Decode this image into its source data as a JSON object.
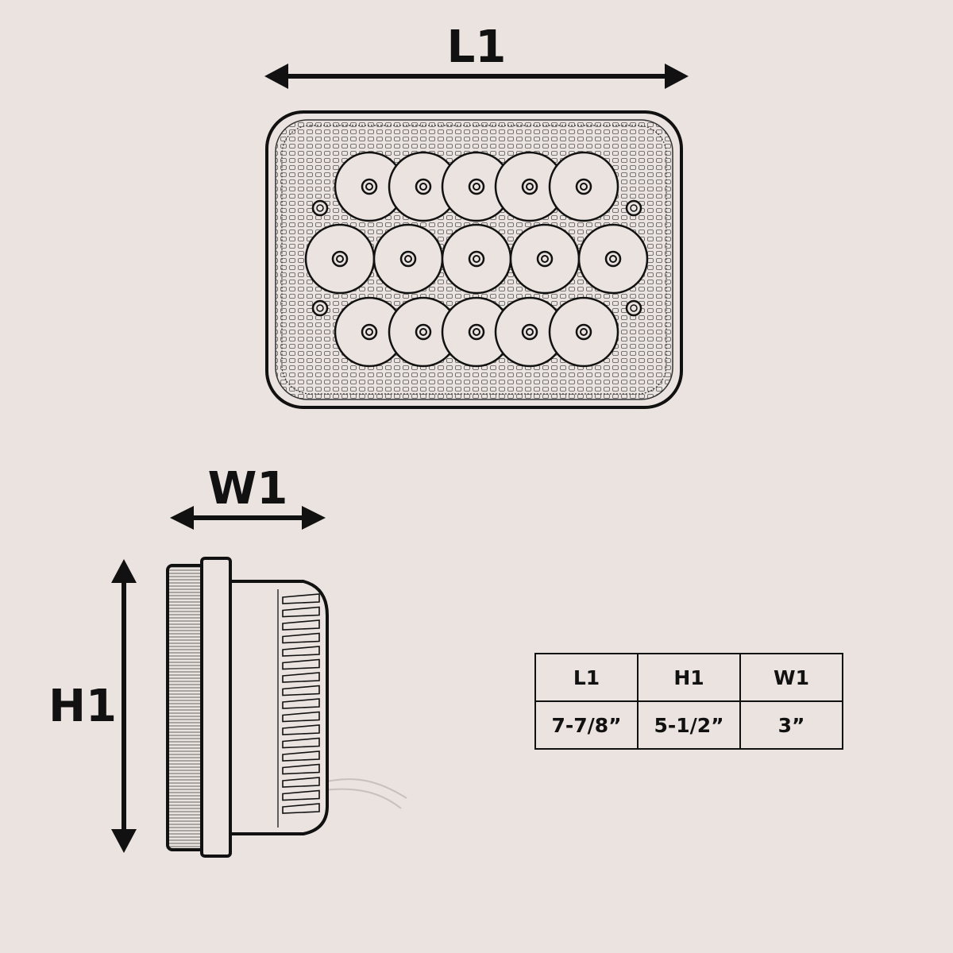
{
  "labels": {
    "length": "L1",
    "width": "W1",
    "height": "H1"
  },
  "table": {
    "headers": [
      "L1",
      "H1",
      "W1"
    ],
    "values": [
      "7-7/8”",
      "5-1/2”",
      "3”"
    ]
  },
  "colors": {
    "background": "#ebe3df",
    "ink": "#111111",
    "wire": "#c8c0bc"
  }
}
